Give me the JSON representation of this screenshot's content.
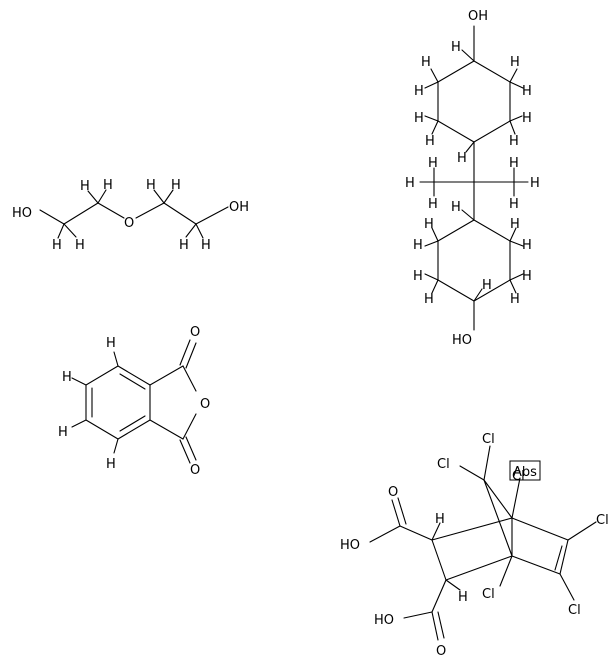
{
  "structures": [
    {
      "id": "diethylene-glycol",
      "labels": {
        "oh_left": "HO",
        "o_center": "O",
        "oh_right": "OH"
      }
    },
    {
      "id": "hydrogenated-bisphenol-a",
      "labels": {
        "oh_top": "OH",
        "oh_bottom": "HO"
      }
    },
    {
      "id": "phthalic-anhydride",
      "labels": {
        "o_top": "O",
        "o_ring": "O",
        "o_bottom": "O"
      }
    },
    {
      "id": "chlorendic-acid",
      "labels": {
        "cl_bridge_top": "Cl",
        "cl_bridge_left": "Cl",
        "cl_bridgehead_top": "Cl",
        "abs_label": "Abs",
        "cl_vinyl_top": "Cl",
        "cl_vinyl_bottom": "Cl",
        "cl_bridgehead_bottom": "Cl",
        "o_acid1_carbonyl": "O",
        "oh_acid1": "HO",
        "o_acid2_carbonyl": "O",
        "oh_acid2": "HO"
      }
    }
  ],
  "element_symbols": {
    "hydrogen": "H"
  }
}
